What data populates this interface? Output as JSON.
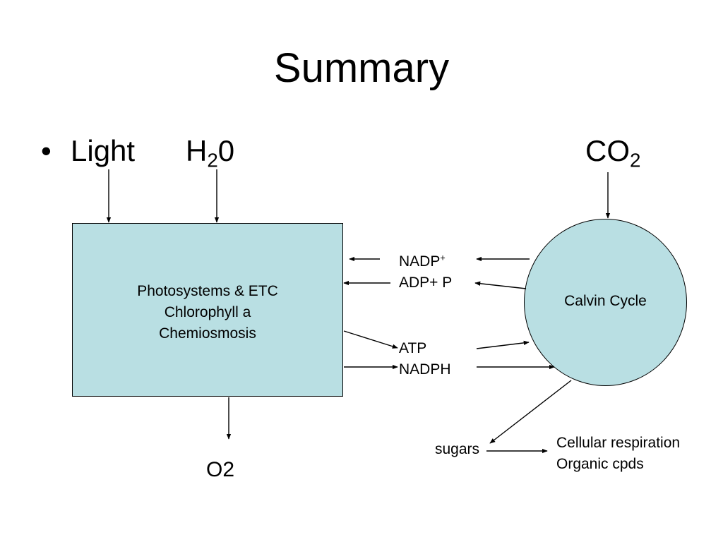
{
  "slide": {
    "title": "Summary",
    "bullet": "•",
    "inputs": {
      "light": "Light",
      "water_main": "H",
      "water_sub": "2",
      "water_tail": "0",
      "co2_main": "CO",
      "co2_sub": "2"
    },
    "light_reactions_box": {
      "line1": "Photosystems & ETC",
      "line2": "Chlorophyll a",
      "line3": "Chemiosmosis"
    },
    "calvin_cycle": "Calvin Cycle",
    "carriers": {
      "nadp": "NADP",
      "nadp_sup": "+",
      "adp": "ADP+ P",
      "atp": "ATP",
      "nadph": "NADPH"
    },
    "outputs": {
      "oxygen": "O2",
      "sugars": "sugars",
      "cellular_respiration": "Cellular respiration",
      "organic_cpds": "Organic cpds"
    },
    "colors": {
      "shape_fill": "#b9dfe3",
      "line": "#000000",
      "background": "#ffffff"
    }
  }
}
